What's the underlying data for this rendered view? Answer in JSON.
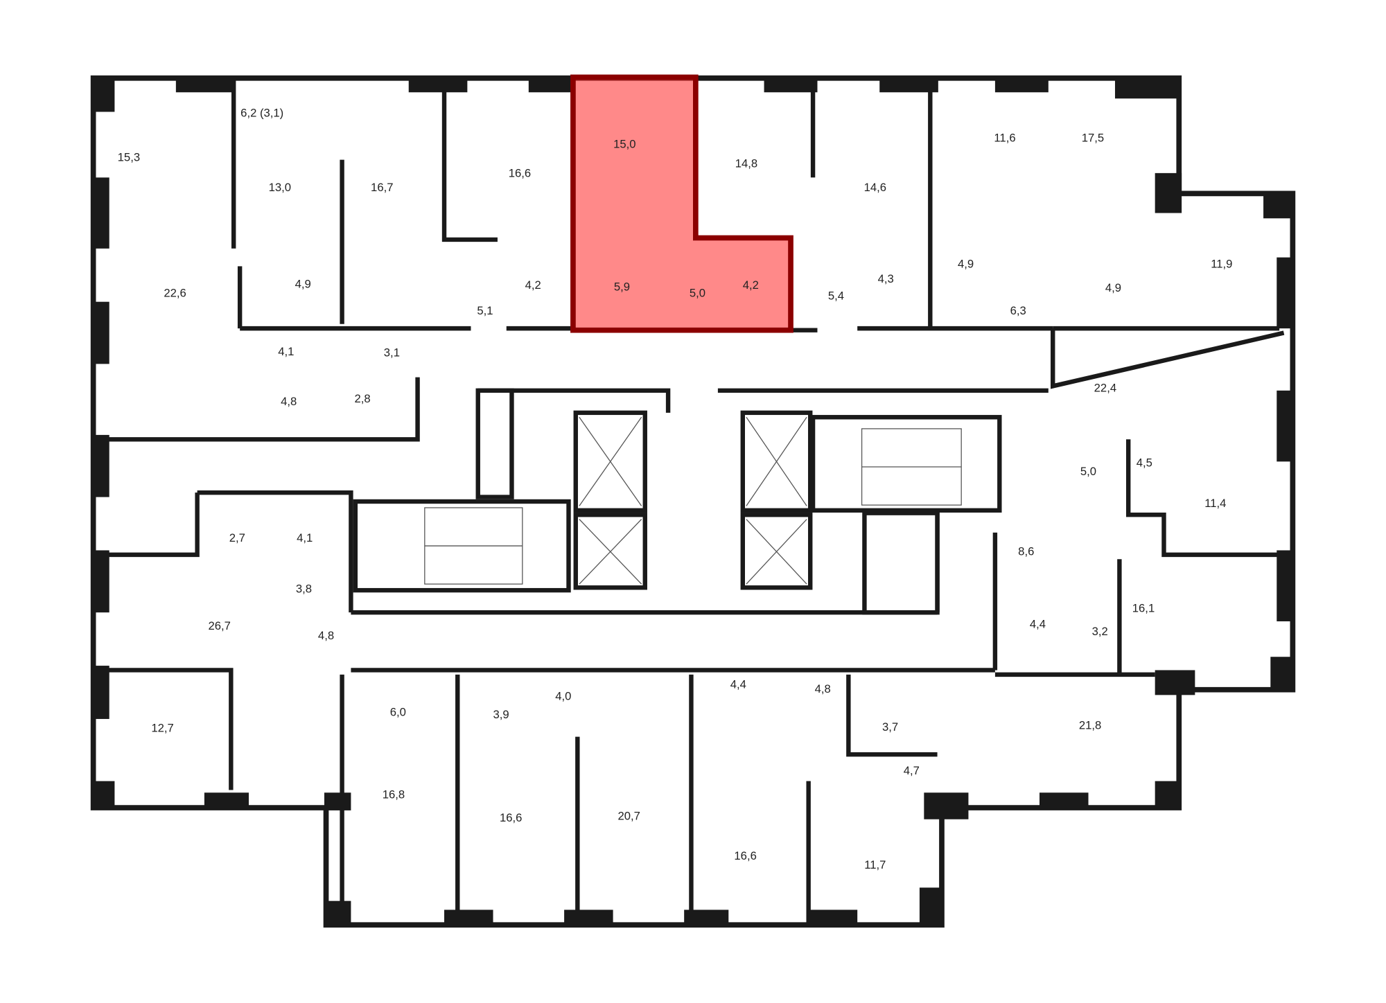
{
  "highlight_color": "#ff3b3b",
  "highlight_border": "#8b0000",
  "rooms": [
    "15,3",
    "6,2 (3,1)",
    "13,0",
    "16,7",
    "16,6",
    "15,0",
    "14,8",
    "14,6",
    "11,6",
    "17,5",
    "22,6",
    "4,9",
    "5,1",
    "4,2",
    "5,9",
    "5,0",
    "4,2",
    "5,4",
    "4,3",
    "4,9",
    "6,3",
    "4,9",
    "11,9",
    "4,1",
    "3,1",
    "4,8",
    "2,8",
    "22,4",
    "4,5",
    "5,0",
    "11,4",
    "2,7",
    "4,1",
    "3,8",
    "8,6",
    "16,1",
    "26,7",
    "4,8",
    "4,4",
    "3,2",
    "12,7",
    "6,0",
    "3,9",
    "4,0",
    "4,4",
    "4,8",
    "3,7",
    "21,8",
    "4,7",
    "16,8",
    "16,6",
    "20,7",
    "16,6",
    "11,7"
  ]
}
